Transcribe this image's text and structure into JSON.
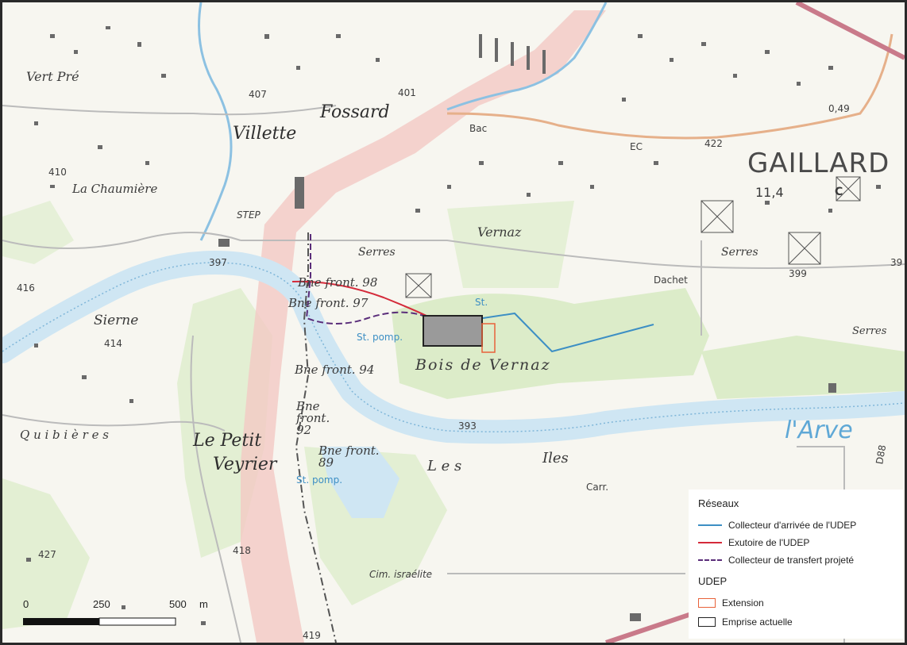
{
  "places": {
    "vert_pre": "Vert Pré",
    "fossard": "Fossard",
    "villette": "Villette",
    "la_chaumiere": "La Chaumière",
    "step": "STEP",
    "sierne": "Sierne",
    "quibieres": "Q u i b i è r e s",
    "le_petit": "Le Petit",
    "veyrier": "Veyrier",
    "gaillard": "GAILLARD",
    "vernaz": "Vernaz",
    "serres_1": "Serres",
    "serres_2": "Serres",
    "serres_3": "Serres",
    "dachet": "Dachet",
    "bois_de_vernaz": "Bois de Vernaz",
    "les": "L e s",
    "iles": "Iles",
    "carr": "Carr.",
    "cim_israelite": "Cim. israélite",
    "larve": "l'Arve"
  },
  "markers": {
    "bne_front_98": "Bne front. 98",
    "bne_front_97": "Bne front. 97",
    "bne_front_94": "Bne front. 94",
    "bne_front_92": "Bne front. 92",
    "bne_front_89": "Bne front. 89",
    "st_pompage_1": "St. pomp.",
    "st_pompage_2": "St. pomp.",
    "st": "St.",
    "bac": "Bac"
  },
  "elevations": {
    "e397": "397",
    "e416": "416",
    "e414": "414",
    "e410": "410",
    "e401": "401",
    "e407": "407",
    "e422": "422",
    "e399": "399",
    "e393": "393",
    "e11_4": "11,4",
    "e_c": "C",
    "e419": "419",
    "e418": "418",
    "e427": "427",
    "e0_49": "0,49",
    "e39": "39",
    "e_ec": "EC",
    "d88": "D88"
  },
  "legend": {
    "reseaux_title": "Réseaux",
    "collecteur_arrivee": "Collecteur d'arrivée de l'UDEP",
    "exutoire": "Exutoire de l'UDEP",
    "collecteur_transfert": "Collecteur de transfert projeté",
    "udep_title": "UDEP",
    "extension": "Extension",
    "emprise_actuelle": "Emprise actuelle"
  },
  "scale": {
    "label_0": "0",
    "label_250": "250",
    "label_500": "500",
    "unit": "m"
  },
  "colors": {
    "collecteur_arrivee": "#3d8fc4",
    "exutoire": "#d42a3a",
    "collecteur_transfert": "#5a2d7a",
    "extension": "#e8623a",
    "emprise_actuelle": "#222222",
    "river": "#cfe6f3",
    "forest": "#dcecc9",
    "frontier_band": "#f2c9c4"
  }
}
